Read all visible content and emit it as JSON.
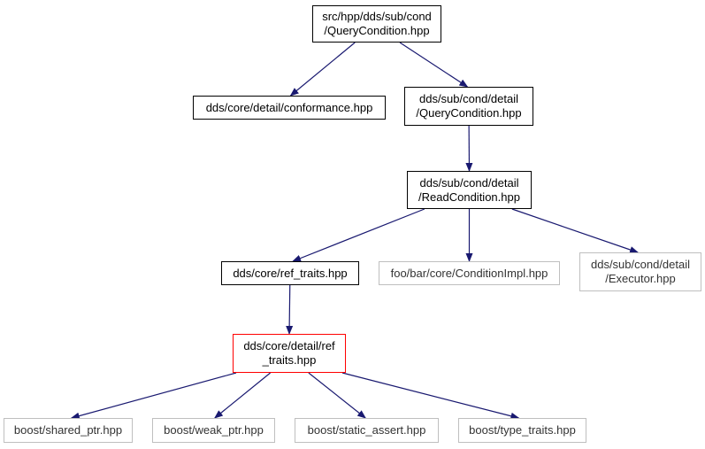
{
  "diagram": {
    "type": "include-dependency-graph",
    "edge_color": "#191970",
    "nodes": {
      "root": {
        "lines": [
          "src/hpp/dds/sub/cond",
          "/QueryCondition.hpp"
        ],
        "style": "root"
      },
      "conformance": {
        "lines": [
          "dds/core/detail/conformance.hpp"
        ],
        "style": "normal"
      },
      "detail_qc": {
        "lines": [
          "dds/sub/cond/detail",
          "/QueryCondition.hpp"
        ],
        "style": "normal"
      },
      "detail_rc": {
        "lines": [
          "dds/sub/cond/detail",
          "/ReadCondition.hpp"
        ],
        "style": "normal"
      },
      "ref_traits": {
        "lines": [
          "dds/core/ref_traits.hpp"
        ],
        "style": "normal"
      },
      "cond_impl": {
        "lines": [
          "foo/bar/core/ConditionImpl.hpp"
        ],
        "style": "external"
      },
      "executor": {
        "lines": [
          "dds/sub/cond/detail",
          "/Executor.hpp"
        ],
        "style": "external"
      },
      "detail_ref_traits": {
        "lines": [
          "dds/core/detail/ref",
          "_traits.hpp"
        ],
        "style": "highlighted"
      },
      "shared_ptr": {
        "lines": [
          "boost/shared_ptr.hpp"
        ],
        "style": "external"
      },
      "weak_ptr": {
        "lines": [
          "boost/weak_ptr.hpp"
        ],
        "style": "external"
      },
      "static_assert": {
        "lines": [
          "boost/static_assert.hpp"
        ],
        "style": "external"
      },
      "type_traits": {
        "lines": [
          "boost/type_traits.hpp"
        ],
        "style": "external"
      }
    },
    "edges": [
      [
        "root",
        "conformance"
      ],
      [
        "root",
        "detail_qc"
      ],
      [
        "detail_qc",
        "detail_rc"
      ],
      [
        "detail_rc",
        "ref_traits"
      ],
      [
        "detail_rc",
        "cond_impl"
      ],
      [
        "detail_rc",
        "executor"
      ],
      [
        "ref_traits",
        "detail_ref_traits"
      ],
      [
        "detail_ref_traits",
        "shared_ptr"
      ],
      [
        "detail_ref_traits",
        "weak_ptr"
      ],
      [
        "detail_ref_traits",
        "static_assert"
      ],
      [
        "detail_ref_traits",
        "type_traits"
      ]
    ]
  }
}
